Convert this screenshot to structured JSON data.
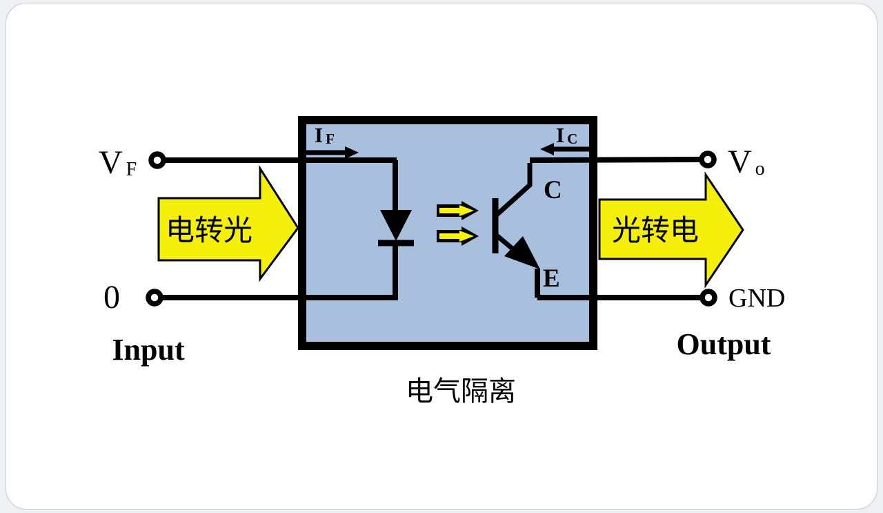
{
  "diagram": {
    "labels": {
      "vf_main": "V",
      "vf_sub": "F",
      "zero": "0",
      "input": "Input",
      "if_main": "I",
      "if_sub": "F",
      "ic_main": "I",
      "ic_sub": "C",
      "collector": "C",
      "emitter": "E",
      "vo_main": "V",
      "vo_sub": "o",
      "gnd": "GND",
      "output": "Output",
      "convert_left": "电转光",
      "convert_right": "光转电",
      "isolation": "电气隔离"
    },
    "colors": {
      "body_fill": "#a8c0de",
      "body_border": "#000000",
      "arrow_fill": "#f4ef0b",
      "light_arrow_inner": "#f8f407",
      "wire": "#000000",
      "terminal_fill": "#ffffff",
      "card_bg": "#ffffff",
      "card_border": "#c5c7cc"
    }
  }
}
